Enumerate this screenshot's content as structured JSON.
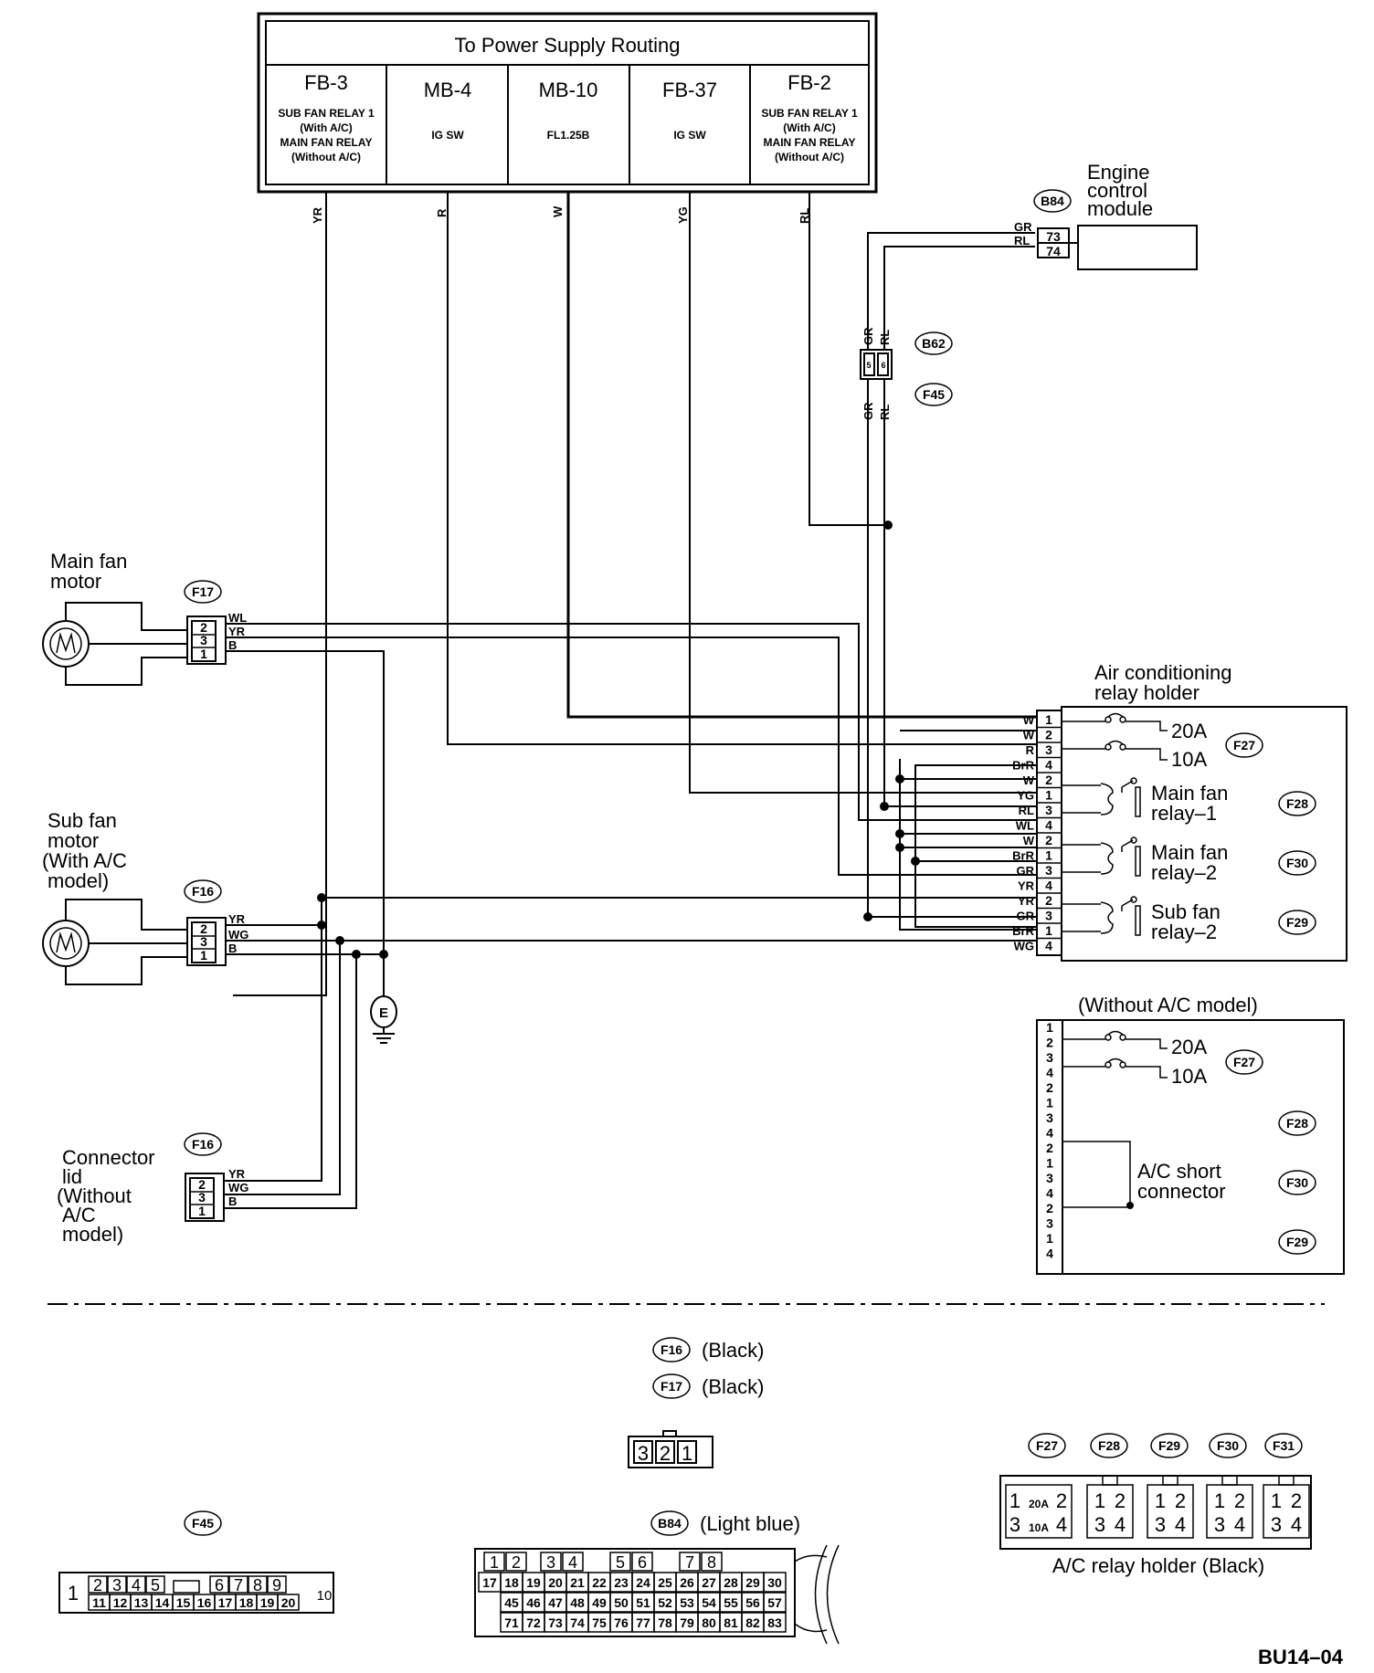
{
  "power_supply": {
    "title": "To Power Supply Routing",
    "columns": [
      {
        "id": "FB-3",
        "lines": [
          "SUB FAN RELAY 1",
          "(With A/C)",
          "MAIN FAN RELAY",
          "(Without A/C)"
        ],
        "wire": "YR"
      },
      {
        "id": "MB-4",
        "lines": [
          "IG SW"
        ],
        "wire": "R"
      },
      {
        "id": "MB-10",
        "lines": [
          "FL1.25B"
        ],
        "wire": "W"
      },
      {
        "id": "FB-37",
        "lines": [
          "IG SW"
        ],
        "wire": "YG"
      },
      {
        "id": "FB-2",
        "lines": [
          "SUB FAN RELAY 1",
          "(With A/C)",
          "MAIN FAN RELAY",
          "(Without A/C)"
        ],
        "wire": "RL"
      }
    ]
  },
  "ecm": {
    "label": [
      "Engine",
      "control",
      "module"
    ],
    "connector": "B84",
    "pins": [
      "73",
      "74"
    ],
    "wires": [
      "GR",
      "RL"
    ]
  },
  "intermediate_connector": {
    "codes": [
      "B62",
      "F45"
    ],
    "pins": [
      "5",
      "6"
    ],
    "wires_top": [
      "GR",
      "RL"
    ],
    "wires_bottom": [
      "GR",
      "RL"
    ]
  },
  "main_fan": {
    "label": [
      "Main fan",
      "motor"
    ],
    "connector": "F17",
    "pins": [
      "2",
      "3",
      "1"
    ],
    "wires": [
      "WL",
      "YR",
      "B"
    ]
  },
  "sub_fan": {
    "label": [
      "Sub fan",
      "motor",
      "(With A/C",
      "model)"
    ],
    "connector": "F16",
    "pins": [
      "2",
      "3",
      "1"
    ],
    "wires": [
      "YR",
      "WG",
      "B"
    ]
  },
  "connector_lid": {
    "label": [
      "Connector",
      "lid",
      "(Without",
      "A/C",
      "model)"
    ],
    "connector": "F16",
    "pins": [
      "2",
      "3",
      "1"
    ],
    "wires": [
      "YR",
      "WG",
      "B"
    ]
  },
  "ground": {
    "label": "E"
  },
  "ac_relay_holder": {
    "label": [
      "Air conditioning",
      "relay holder"
    ],
    "rows": [
      {
        "wire": "W",
        "pin": "1"
      },
      {
        "wire": "W",
        "pin": "2"
      },
      {
        "wire": "R",
        "pin": "3"
      },
      {
        "wire": "BrR",
        "pin": "4"
      },
      {
        "wire": "W",
        "pin": "2"
      },
      {
        "wire": "YG",
        "pin": "1"
      },
      {
        "wire": "RL",
        "pin": "3"
      },
      {
        "wire": "WL",
        "pin": "4"
      },
      {
        "wire": "W",
        "pin": "2"
      },
      {
        "wire": "BrR",
        "pin": "1"
      },
      {
        "wire": "GR",
        "pin": "3"
      },
      {
        "wire": "YR",
        "pin": "4"
      },
      {
        "wire": "YR",
        "pin": "2"
      },
      {
        "wire": "GR",
        "pin": "3"
      },
      {
        "wire": "BrR",
        "pin": "1"
      },
      {
        "wire": "WG",
        "pin": "4"
      }
    ],
    "fuses": [
      {
        "rating": "20A"
      },
      {
        "rating": "10A"
      }
    ],
    "fuse_connector": "F27",
    "relays": [
      {
        "name": [
          "Main fan",
          "relay–1"
        ],
        "code": "F28"
      },
      {
        "name": [
          "Main fan",
          "relay–2"
        ],
        "code": "F30"
      },
      {
        "name": [
          "Sub fan",
          "relay–2"
        ],
        "code": "F29"
      }
    ]
  },
  "no_ac_holder": {
    "label": "(Without A/C model)",
    "pins": [
      "1",
      "2",
      "3",
      "4",
      "2",
      "1",
      "3",
      "4",
      "2",
      "1",
      "3",
      "4",
      "2",
      "3",
      "1",
      "4"
    ],
    "fuses": [
      "20A",
      "10A"
    ],
    "codes": [
      "F27",
      "F28",
      "F30",
      "F29"
    ],
    "short_label": [
      "A/C short",
      "connector"
    ]
  },
  "legend": {
    "f16": {
      "code": "F16",
      "color": "(Black)"
    },
    "f17": {
      "code": "F17",
      "color": "(Black)"
    },
    "small_connector_pins": [
      "3",
      "2",
      "1"
    ],
    "f45": {
      "code": "F45"
    },
    "f45_pins_top": [
      "2",
      "3",
      "4",
      "5",
      "6",
      "7",
      "8",
      "9"
    ],
    "f45_pins_bottom": [
      "11",
      "12",
      "13",
      "14",
      "15",
      "16",
      "17",
      "18",
      "19",
      "20"
    ],
    "f45_side": [
      "1",
      "10"
    ],
    "b84": {
      "code": "B84",
      "color": "(Light blue)"
    },
    "b84_row1": [
      "1",
      "2",
      "3",
      "4",
      "5",
      "6",
      "7",
      "8"
    ],
    "b84_row2": [
      "17",
      "18",
      "19",
      "20",
      "21",
      "22",
      "23",
      "24",
      "25",
      "26",
      "27",
      "28",
      "29",
      "30"
    ],
    "b84_row3": [
      "45",
      "46",
      "47",
      "48",
      "49",
      "50",
      "51",
      "52",
      "53",
      "54",
      "55",
      "56",
      "57"
    ],
    "b84_row4": [
      "71",
      "72",
      "73",
      "74",
      "75",
      "76",
      "77",
      "78",
      "79",
      "80",
      "81",
      "82",
      "83"
    ],
    "relay_codes": [
      "F27",
      "F28",
      "F29",
      "F30",
      "F31"
    ],
    "relay_holder_label": "A/C relay holder (Black)",
    "fuse_cell_top": [
      "1",
      "20A",
      "2"
    ],
    "fuse_cell_bottom": [
      "3",
      "10A",
      "4"
    ],
    "relay_cell_top": [
      "1",
      "2"
    ],
    "relay_cell_bottom": [
      "3",
      "4"
    ]
  },
  "figure_code": "BU14–04"
}
